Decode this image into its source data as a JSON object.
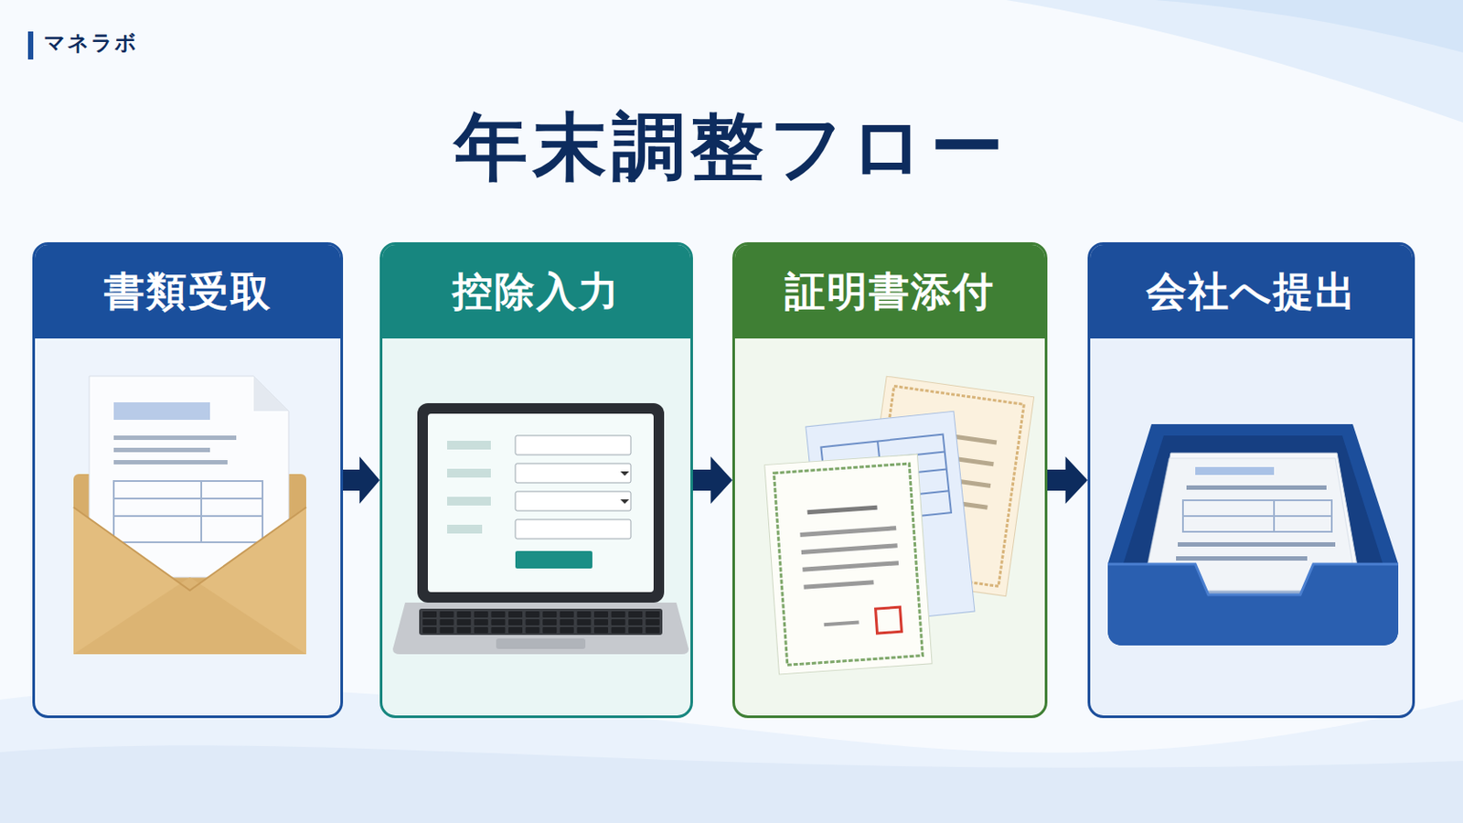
{
  "diagram": {
    "title": "年末調整フロー",
    "nodes": [
      {
        "text": [
          "書類受取"
        ]
      },
      {
        "text": [
          "控除入力"
        ]
      },
      {
        "text": [
          "証明書添付"
        ]
      },
      {
        "text": [
          "会社へ提出"
        ]
      }
    ],
    "edges": [
      {
        "from": 0,
        "to": 1,
        "arrow": "to"
      },
      {
        "from": 1,
        "to": 2,
        "arrow": "to"
      },
      {
        "from": 2,
        "to": 3,
        "arrow": "to"
      }
    ],
    "labels": [
      "マネラボ"
    ]
  }
}
